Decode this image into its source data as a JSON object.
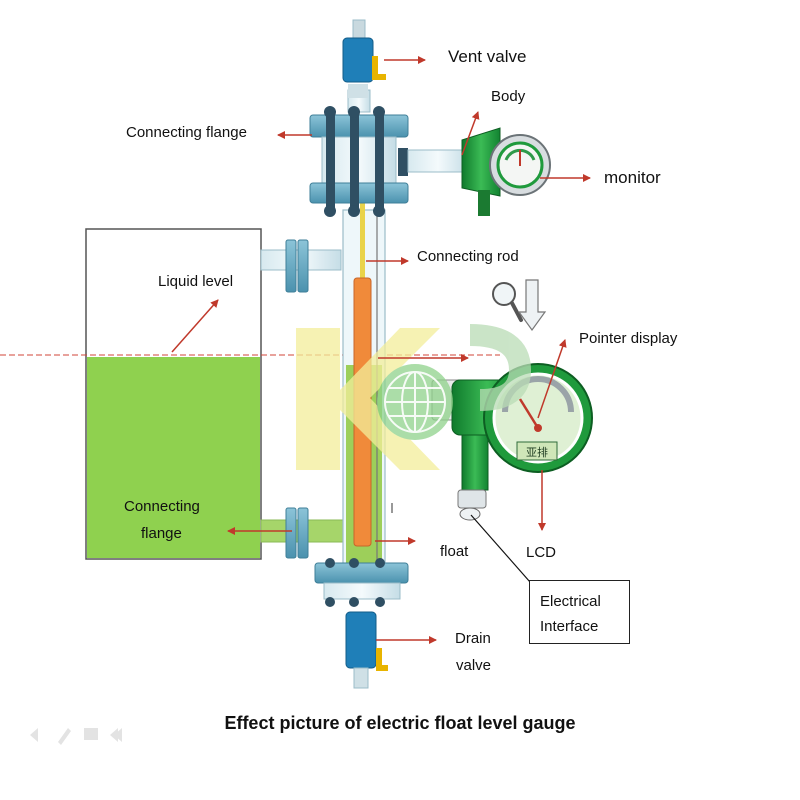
{
  "labels": {
    "vent_valve": "Vent valve",
    "body": "Body",
    "connecting_flange_top": "Connecting flange",
    "monitor": "monitor",
    "connecting_rod": "Connecting rod",
    "liquid_level": "Liquid level",
    "pointer_display": "Pointer display",
    "connecting_flange_bottom_line1": "Connecting",
    "connecting_flange_bottom_line2": "flange",
    "float": "float",
    "lcd": "LCD",
    "electrical_interface_line1": "Electrical",
    "electrical_interface_line2": "Interface",
    "drain_valve_line1": "Drain",
    "drain_valve_line2": "valve",
    "gauge_badge": "亚排"
  },
  "caption": "Effect picture of electric float level gauge",
  "colors": {
    "liquid": "#8fd14f",
    "arrow": "#c0392b",
    "pipe_blue": "#8fc8d8",
    "flange_blue": "#5aa3be",
    "bolt": "#2f4f63",
    "valve_blue": "#1f7fb8",
    "valve_handle": "#e8b400",
    "monitor_green": "#1f9a3c",
    "float_orange": "#f08a3a",
    "tube_green": "#9dcf5a",
    "watermark_yellow": "#f3ee9a",
    "watermark_green": "#8fd28b"
  }
}
